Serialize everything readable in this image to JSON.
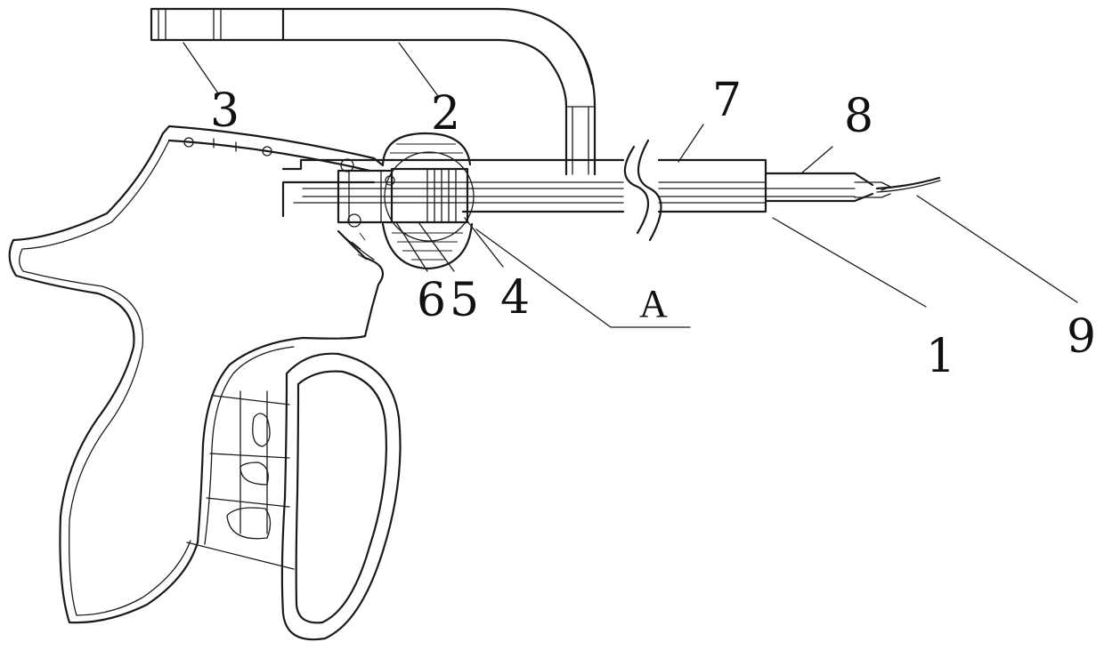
{
  "labels": {
    "l1": "1",
    "l2": "2",
    "l3": "3",
    "l4": "4",
    "l5": "5",
    "l6": "6",
    "l7": "7",
    "l8": "8",
    "l9": "9",
    "la": "A"
  }
}
